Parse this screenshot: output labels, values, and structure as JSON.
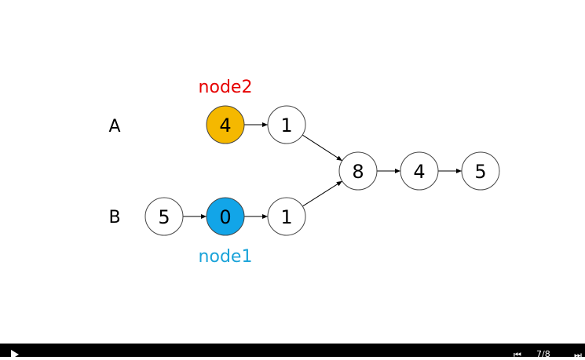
{
  "diagram": {
    "row_labels": {
      "a": "A",
      "b": "B"
    },
    "pointers": {
      "node2": {
        "label": "node2",
        "color": "#e60000"
      },
      "node1": {
        "label": "node1",
        "color": "#1aa3d9"
      }
    },
    "nodes": {
      "a0": {
        "value": "4",
        "fill": "#f5b800"
      },
      "a1": {
        "value": "1",
        "fill": "#ffffff"
      },
      "b0": {
        "value": "5",
        "fill": "#ffffff"
      },
      "b1": {
        "value": "0",
        "fill": "#12a5e8"
      },
      "b2": {
        "value": "1",
        "fill": "#ffffff"
      },
      "c0": {
        "value": "8",
        "fill": "#ffffff"
      },
      "c1": {
        "value": "4",
        "fill": "#ffffff"
      },
      "c2": {
        "value": "5",
        "fill": "#ffffff"
      }
    },
    "edges": [
      [
        "a0",
        "a1"
      ],
      [
        "a1",
        "c0"
      ],
      [
        "b0",
        "b1"
      ],
      [
        "b1",
        "b2"
      ],
      [
        "b2",
        "c0"
      ],
      [
        "c0",
        "c1"
      ],
      [
        "c1",
        "c2"
      ]
    ]
  },
  "player": {
    "prev_icon": "⏮",
    "next_icon": "⏭",
    "counter": "7/8"
  }
}
